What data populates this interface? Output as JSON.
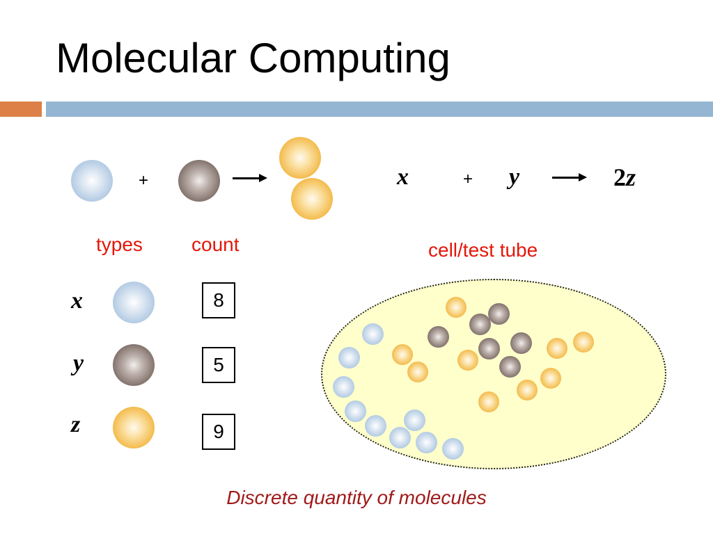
{
  "title": "Molecular Computing",
  "reaction": {
    "plus": "+",
    "eq_x": "x",
    "eq_plus": "+",
    "eq_y": "y",
    "eq_coef": "2",
    "eq_z": "z"
  },
  "labels": {
    "types": "types",
    "count": "count",
    "cell": "cell/test tube"
  },
  "species": [
    {
      "symbol": "x",
      "count": "8",
      "color": "#b3cbe3"
    },
    {
      "symbol": "y",
      "count": "5",
      "color": "#7d6c66"
    },
    {
      "symbol": "z",
      "count": "9",
      "color": "#f2b43c"
    }
  ],
  "caption": "Discrete quantity of molecules",
  "colors": {
    "accent_orange": "#dd8047",
    "accent_blue": "#94b6d2",
    "label_red": "#e3170a",
    "caption_red": "#a01a1a",
    "cell_fill": "#ffffcc"
  }
}
